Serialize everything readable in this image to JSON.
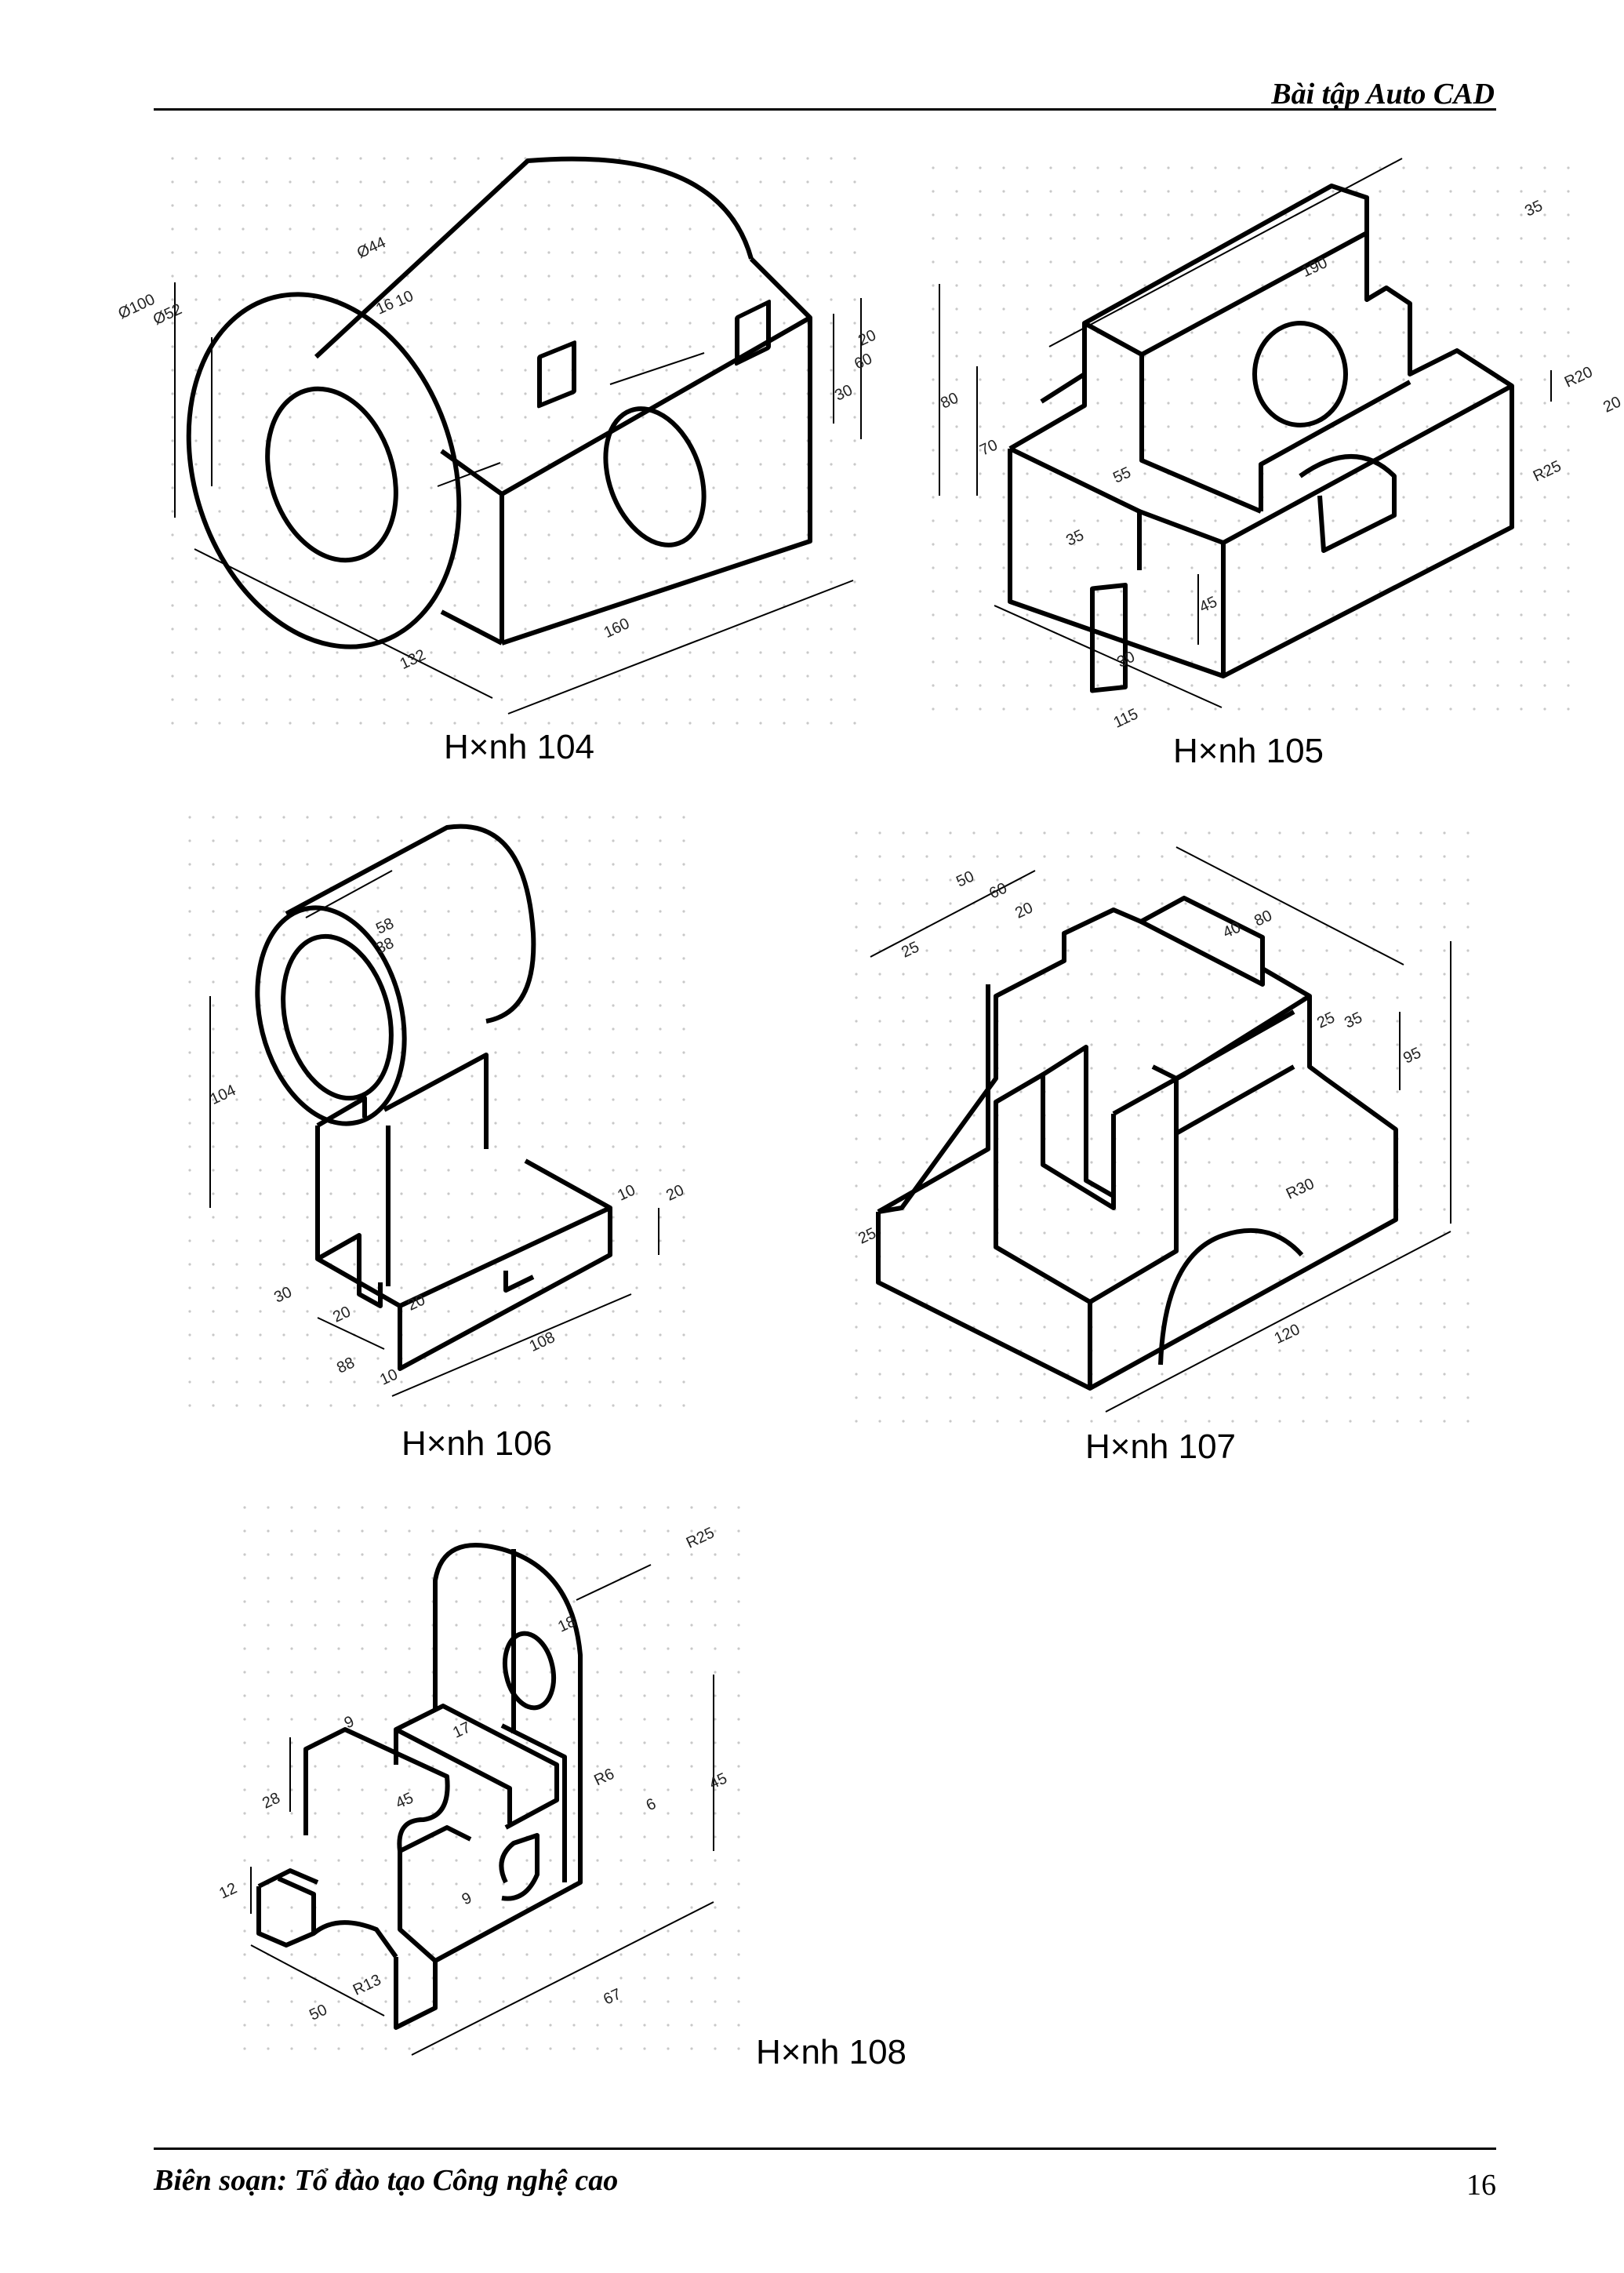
{
  "header": {
    "title": "Bài tập Auto CAD"
  },
  "figures": [
    {
      "caption": "H×nh 104",
      "dims": [
        "Ø100",
        "Ø52",
        "Ø44",
        "16",
        "10",
        "20",
        "30",
        "60",
        "132",
        "160"
      ]
    },
    {
      "caption": "H×nh 105",
      "dims": [
        "190",
        "35",
        "R20",
        "R25",
        "20",
        "80",
        "70",
        "55",
        "35",
        "45",
        "30",
        "115"
      ]
    },
    {
      "caption": "H×nh 106",
      "dims": [
        "58",
        "38",
        "104",
        "10",
        "20",
        "30",
        "20",
        "20",
        "108",
        "88",
        "10"
      ]
    },
    {
      "caption": "H×nh 107",
      "dims": [
        "50",
        "60",
        "20",
        "25",
        "40",
        "80",
        "25",
        "35",
        "95",
        "R30",
        "25",
        "120"
      ]
    },
    {
      "caption": "H×nh 108",
      "dims": [
        "R25",
        "18",
        "9",
        "17",
        "R6",
        "6",
        "45",
        "28",
        "45",
        "12",
        "9",
        "R13",
        "50",
        "67"
      ]
    }
  ],
  "footer": {
    "author": "Biên soạn: Tổ đào tạo Công nghệ cao",
    "page_number": "16"
  }
}
